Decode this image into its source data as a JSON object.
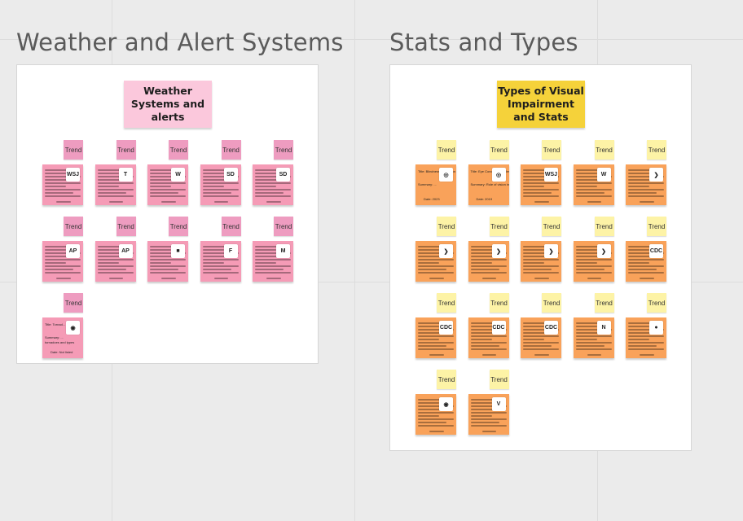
{
  "canvas": {
    "background": "#ebebeb"
  },
  "colors": {
    "pink_card": "#f59bb6",
    "pink_trend": "#ee9cc0",
    "pink_header": "#fbc8dc",
    "orange_card": "#f9a25a",
    "yellow_trend": "#fdf3a6",
    "yellow_header": "#f5d23a"
  },
  "weather": {
    "title": "Weather and Alert Systems",
    "header": "Weather Systems and alerts",
    "trend_label": "Trend",
    "cards": [
      {
        "logo": "WSJ",
        "logo_name": "wsj-logo-icon"
      },
      {
        "logo": "T",
        "logo_name": "nyt-logo-icon"
      },
      {
        "logo": "W",
        "logo_name": "publication-logo-icon"
      },
      {
        "logo": "SD",
        "logo_name": "sd-logo-icon"
      },
      {
        "logo": "SD",
        "logo_name": "sd-logo-icon"
      },
      {
        "logo": "AP",
        "logo_name": "ap-logo-icon"
      },
      {
        "logo": "AP",
        "logo_name": "ap-logo-icon"
      },
      {
        "logo": "■",
        "logo_name": "dark-logo-icon"
      },
      {
        "logo": "F",
        "logo_name": "forbes-logo-icon"
      },
      {
        "logo": "M",
        "logo_name": "m-logo-icon"
      },
      {
        "logo": "◉",
        "logo_name": "noaa-logo-icon",
        "title": "Title: Tornad...",
        "summary": "Summary: ...",
        "detail": "tornadoes and types",
        "date": "Date: Not listed"
      }
    ]
  },
  "stats": {
    "title": "Stats and Types",
    "header": "Types of Visual Impairment and Stats",
    "trend_label": "Trend",
    "cards": [
      {
        "logo": "◎",
        "logo_name": "who-logo-icon",
        "title": "Title: Blindness and vision impairment",
        "summary": "Summary: ...",
        "date": "Date: 2023"
      },
      {
        "logo": "◎",
        "logo_name": "who-logo-icon",
        "title": "Title: Eye Condition and Impairment Models",
        "summary": "Summary: Role of vision in everyday life",
        "date": "Date: 2019"
      },
      {
        "logo": "WSJ",
        "logo_name": "wsj-logo-icon"
      },
      {
        "logo": "W",
        "logo_name": "publication-logo-icon"
      },
      {
        "logo": "❯",
        "logo_name": "chevron-logo-icon"
      },
      {
        "logo": "❯",
        "logo_name": "chevron-logo-icon"
      },
      {
        "logo": "❯",
        "logo_name": "chevron-logo-icon"
      },
      {
        "logo": "❯",
        "logo_name": "chevron-logo-icon"
      },
      {
        "logo": "❯",
        "logo_name": "chevron-logo-icon"
      },
      {
        "logo": "CDC",
        "logo_name": "cdc-logo-icon"
      },
      {
        "logo": "CDC",
        "logo_name": "cdc-logo-icon"
      },
      {
        "logo": "CDC",
        "logo_name": "cdc-logo-icon"
      },
      {
        "logo": "CDC",
        "logo_name": "cdc-logo-icon"
      },
      {
        "logo": "N",
        "logo_name": "n-logo-icon"
      },
      {
        "logo": "●",
        "logo_name": "blue-circle-logo-icon"
      },
      {
        "logo": "◉",
        "logo_name": "eye-logo-icon"
      },
      {
        "logo": "V",
        "logo_name": "v-logo-icon"
      }
    ]
  }
}
